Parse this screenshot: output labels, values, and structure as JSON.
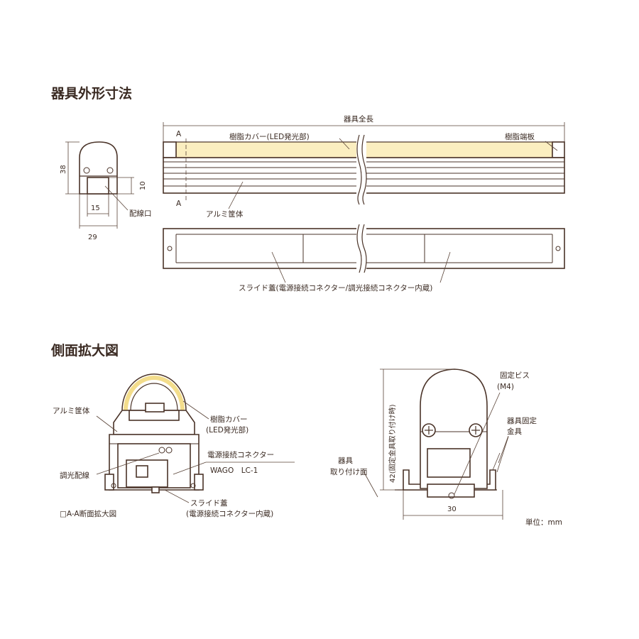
{
  "headings": {
    "dimensions": "器具外形寸法",
    "side_detail": "側面拡大図"
  },
  "top": {
    "overall_length": "器具全長",
    "resin_cover": "樹脂カバー(LED発光部)",
    "resin_end_plate": "樹脂端板",
    "section_mark_a_top": "A",
    "section_mark_a_bottom": "A",
    "aluminum_body": "アルミ筐体",
    "slide_lid": "スライド蓋(電源接続コネクター/調光接続コネクター内蔵)"
  },
  "end_view": {
    "height": "38",
    "width": "29",
    "port_width": "15",
    "port_height": "10",
    "wiring_port": "配線口"
  },
  "section": {
    "aluminum_body": "アルミ筐体",
    "resin_cover_line1": "樹脂カバー",
    "resin_cover_line2": "(LED発光部)",
    "power_connector": "電源接続コネクター",
    "wago": "WAGO　LC-1",
    "dimming_wiring": "調光配線",
    "slide_lid_line1": "スライド蓋",
    "slide_lid_line2": "(電源接続コネクター内蔵)",
    "caption": "□A-A断面拡大図"
  },
  "mount": {
    "fixing_screw_line1": "固定ビス",
    "fixing_screw_line2": "(M4)",
    "fixing_bracket_line1": "器具固定",
    "fixing_bracket_line2": "金具",
    "mount_surface_line1": "器具",
    "mount_surface_line2": "取り付け面",
    "height_label": "42(固定金具取り付け時)",
    "width": "30",
    "unit": "単位：mm"
  }
}
